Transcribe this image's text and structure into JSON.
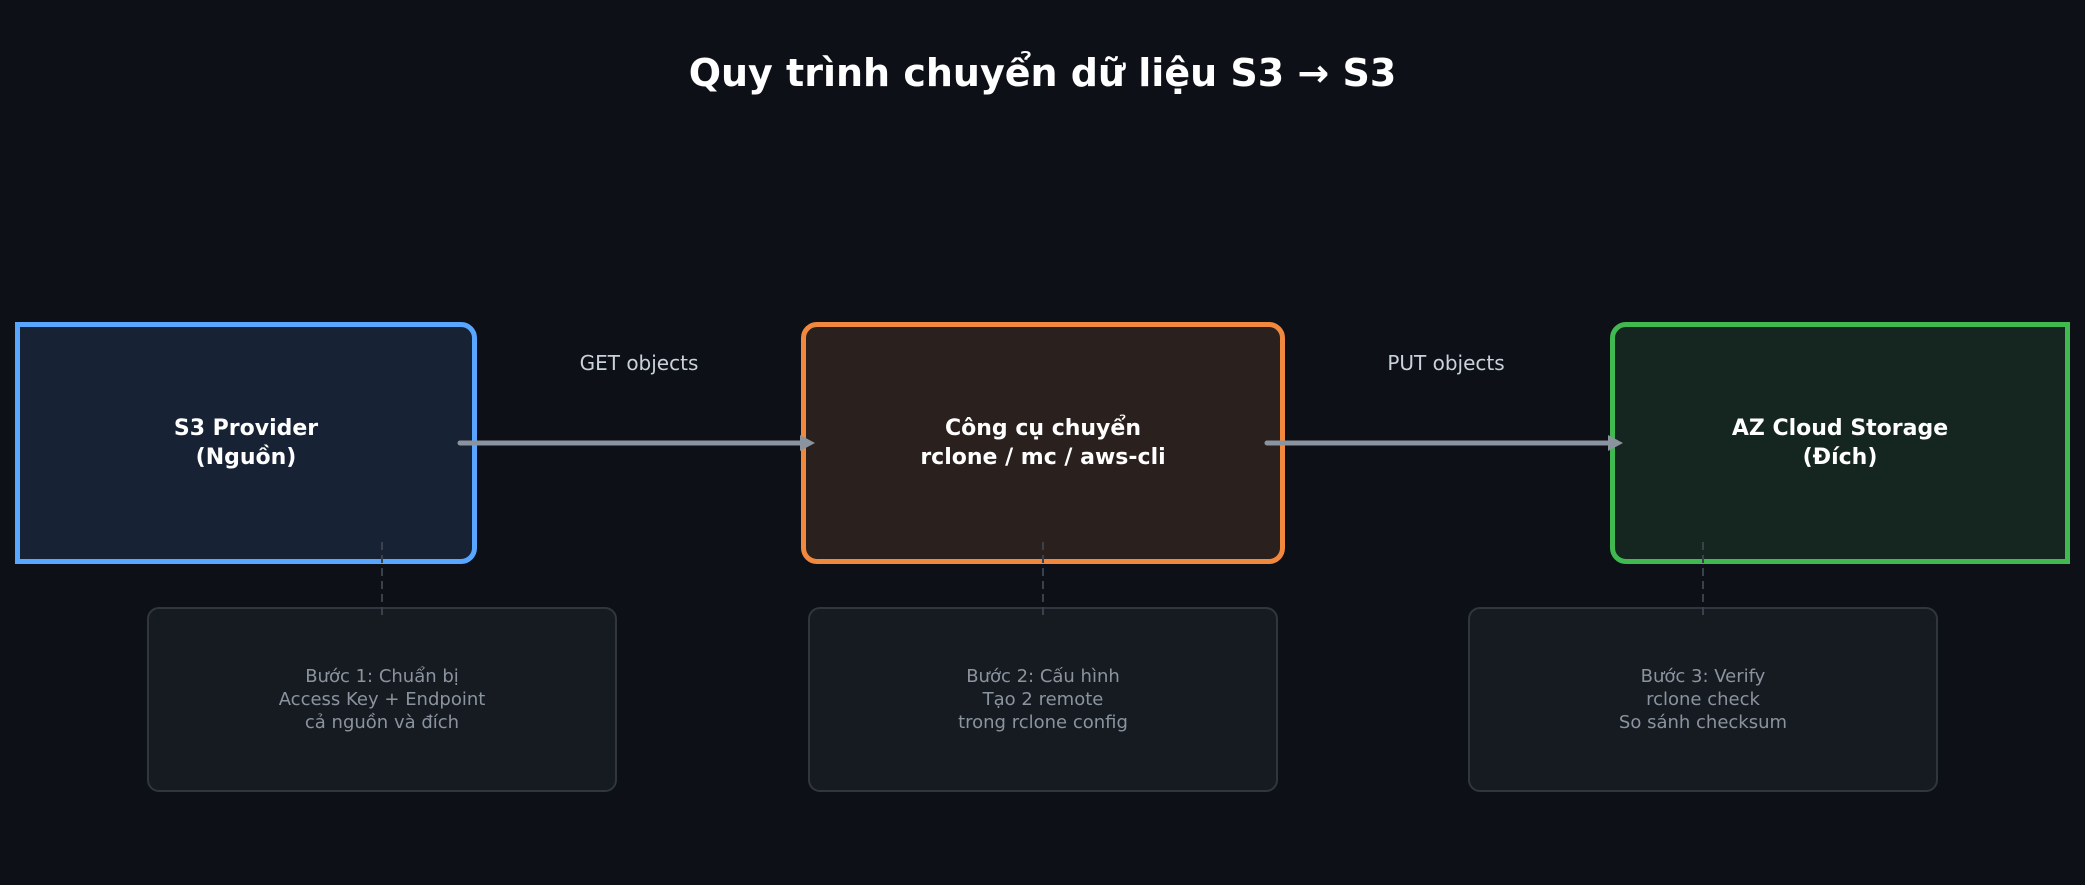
{
  "title": "Quy trình chuyển dữ liệu S3 → S3",
  "colors": {
    "background": "#0d1017",
    "source_border": "#58a6ff",
    "source_fill": "#172234",
    "tool_border": "#f0883e",
    "tool_fill": "#2a201d",
    "dest_border": "#3fb950",
    "dest_fill": "#14261f",
    "arrow": "#8b949e",
    "step_fill": "#161b22",
    "step_border": "#30363d",
    "step_text": "#8b949e",
    "connector": "#30363d"
  },
  "nodes": {
    "source": {
      "label": "S3 Provider\n(Nguồn)"
    },
    "tool": {
      "label": "Công cụ chuyển\nrclone / mc / aws-cli"
    },
    "destination": {
      "label": "AZ Cloud Storage\n(Đích)"
    }
  },
  "edges": [
    {
      "from": "source",
      "to": "tool",
      "label": "GET objects"
    },
    {
      "from": "tool",
      "to": "destination",
      "label": "PUT objects"
    }
  ],
  "steps": [
    {
      "text": "Bước 1: Chuẩn bị\nAccess Key + Endpoint\ncả nguồn và đích"
    },
    {
      "text": "Bước 2: Cấu hình\nTạo 2 remote\ntrong rclone config"
    },
    {
      "text": "Bước 3: Verify\nrclone check\nSo sánh checksum"
    }
  ]
}
